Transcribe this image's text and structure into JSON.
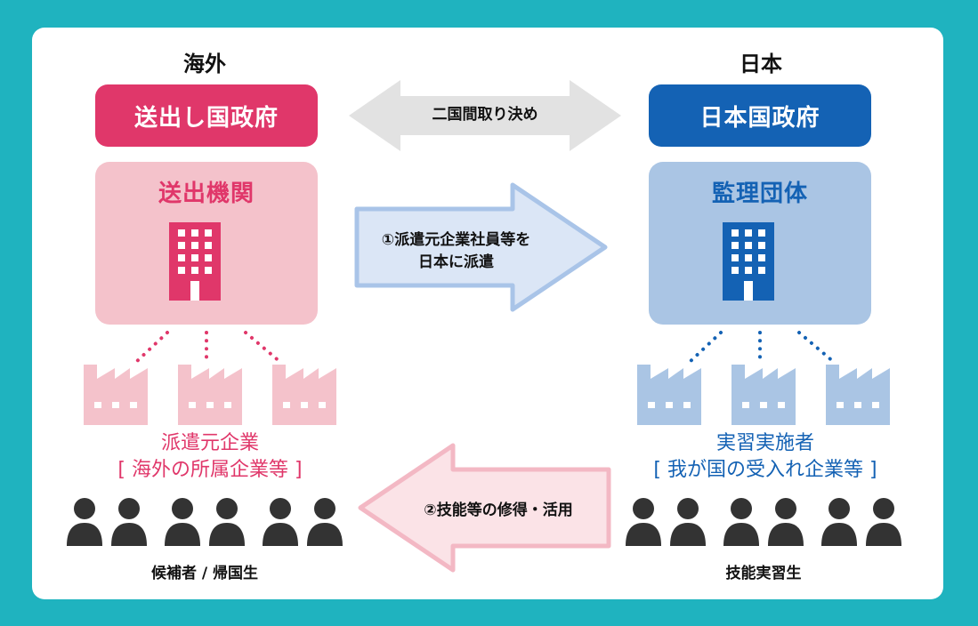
{
  "left": {
    "region_label": "海外",
    "government": "送出し国政府",
    "organization": "送出機関",
    "companies_line1": "派遣元企業",
    "companies_line2": "[ 海外の所属企業等 ]",
    "people_label": "候補者 / 帰国生"
  },
  "right": {
    "region_label": "日本",
    "government": "日本国政府",
    "organization": "監理団体",
    "companies_line1": "実習実施者",
    "companies_line2": "[ 我が国の受入れ企業等 ]",
    "people_label": "技能実習生"
  },
  "center": {
    "agreement": "二国間取り決め",
    "flow1_line1": "①派遣元企業社員等を",
    "flow1_line2": "日本に派遣",
    "flow2": "②技能等の修得・活用"
  },
  "colors": {
    "background": "#1fb3bf",
    "pink_dark": "#e0376a",
    "pink_light": "#f4c2cb",
    "blue_dark": "#1462b4",
    "blue_light": "#aac5e4",
    "gray_arrow": "#e2e2e2"
  }
}
